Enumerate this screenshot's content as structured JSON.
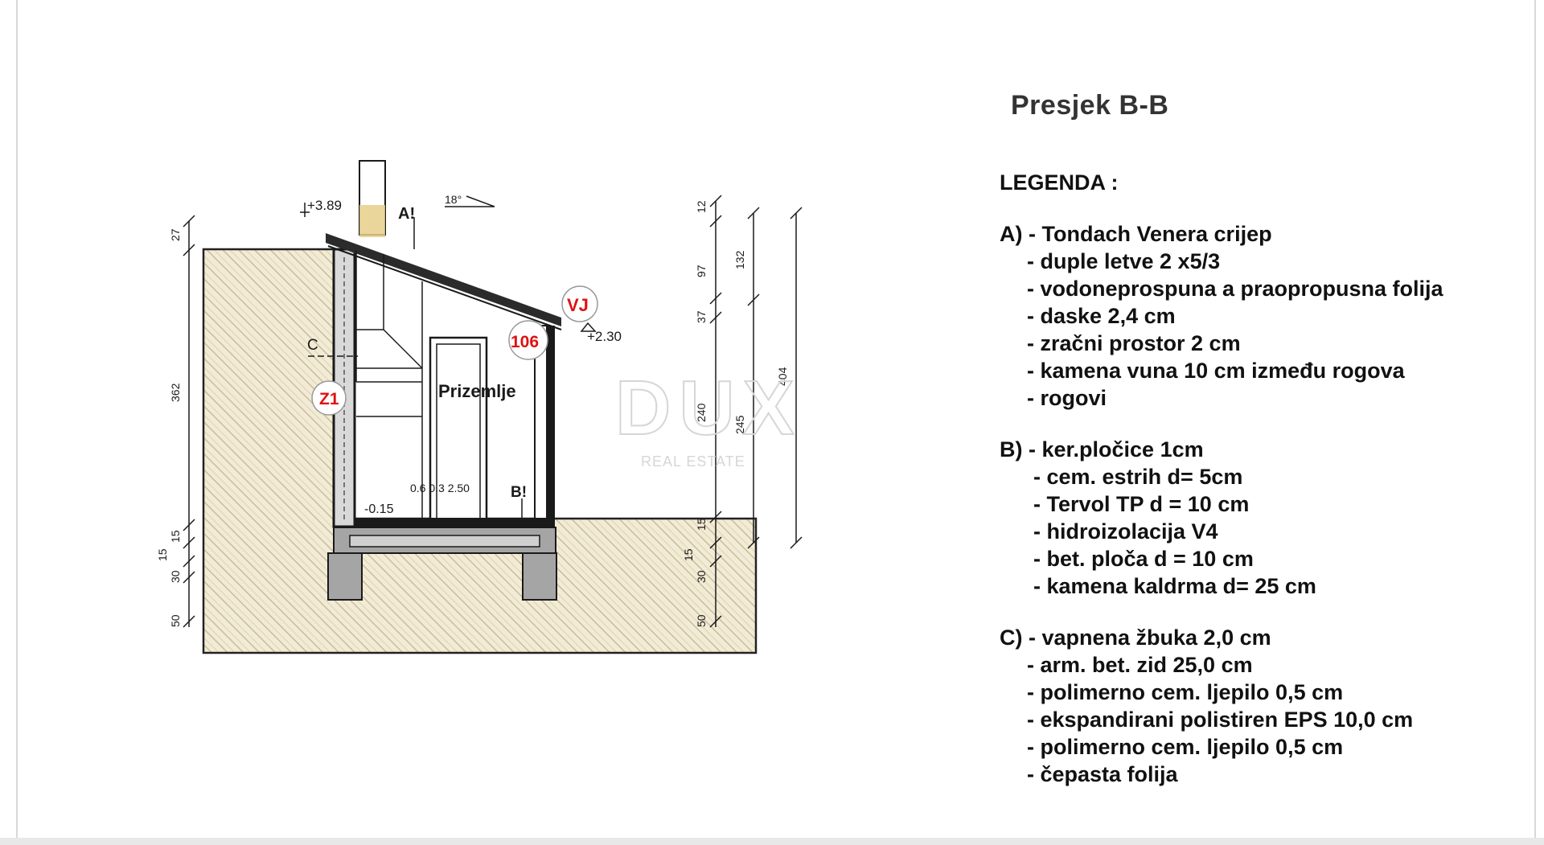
{
  "title": "Presjek B-B",
  "legend": {
    "title": "LEGENDA :",
    "groups": [
      {
        "head": "A) - Tondach Venera crijep",
        "items": [
          "- duple letve 2 x5/3",
          "- vodoneprospuna a praopropusna folija",
          "- daske 2,4 cm",
          "- zračni prostor 2 cm",
          "- kamena vuna 10 cm između rogova",
          "- rogovi"
        ]
      },
      {
        "head": "B) - ker.pločice 1cm",
        "items": [
          "- cem. estrih d= 5cm",
          "- Tervol TP d = 10 cm",
          "- hidroizolacija V4",
          "- bet. ploča d = 10 cm",
          "- kamena kaldrma d= 25 cm"
        ]
      },
      {
        "head": "C) - vapnena žbuka  2,0 cm",
        "items": [
          "-  arm. bet. zid  25,0 cm",
          "- polimerno cem. ljepilo 0,5 cm",
          "- ekspandirani polistiren EPS 10,0 cm",
          "- polimerno cem. ljepilo 0,5 cm",
          "- čepasta folija"
        ]
      }
    ]
  },
  "drawing": {
    "elevations": {
      "ridge": "+3.89",
      "eave": "+2.30",
      "floor": "-0.15"
    },
    "markers": {
      "a": "A!",
      "b": "B!",
      "c": "C",
      "z1": "Z1",
      "vj": "VJ",
      "door": "106"
    },
    "room_label": "Prizemlje",
    "roof_angle": "18°",
    "floor_note": "0.6 0.3 2.50",
    "watermark": {
      "brand": "DUX",
      "sub": "REAL ESTATE"
    },
    "dims_left": [
      "27",
      "362",
      "15",
      "15",
      "30",
      "50"
    ],
    "dims_right_a": [
      "12",
      "97",
      "37",
      "240",
      "15",
      "15",
      "30",
      "50"
    ],
    "dims_right_b": [
      "132",
      "245"
    ],
    "dims_right_c": [
      "404"
    ]
  },
  "colors": {
    "hatch_fill": "#f2ebd6",
    "hatch_line": "#c9bd9a",
    "structure": "#1a1a1a",
    "concrete": "#a5a5a5",
    "marker_red": "#e01010",
    "watermark": "#d6d6d6"
  }
}
